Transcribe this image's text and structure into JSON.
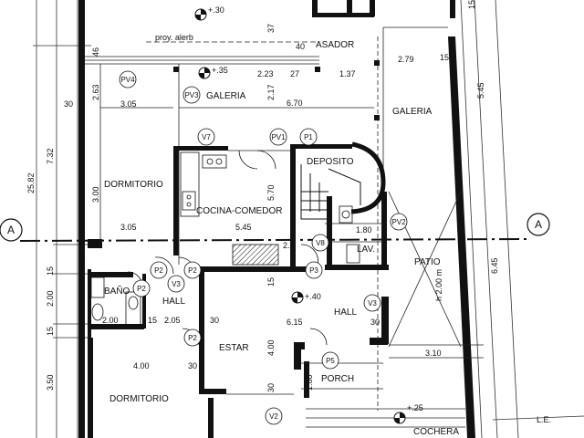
{
  "plan": {
    "rooms": {
      "asador": "ASADOR",
      "galeria_left": "GALERIA",
      "galeria_right": "GALERIA",
      "dormitorio_top": "DORMITORIO",
      "deposito": "DEPOSITO",
      "cocina_comedor": "COCINA-COMEDOR",
      "lav": "LAV.",
      "patio": "PATIO",
      "bano": "BAÑO",
      "hall_left": "HALL",
      "hall_right": "HALL",
      "estar": "ESTAR",
      "porch": "PORCH",
      "dormitorio_bottom": "DORMITORIO",
      "cochera": "COCHERA"
    },
    "notes": {
      "proy_alero": "proy. alerb",
      "le": "L.E.",
      "h200": "h 2.00 m"
    },
    "levels": {
      "top": "+.30",
      "galeria": "+.35",
      "hall": "+.40",
      "cochera": "+.25"
    },
    "axis": {
      "left": "A",
      "right": "A"
    },
    "tags": {
      "pv4": "PV4",
      "pv3": "PV3",
      "v7": "V7",
      "pv1": "PV1",
      "p1": "P1",
      "pv2": "PV2",
      "v8": "V8",
      "p2a": "P2",
      "v3a": "V3",
      "p2b": "P2",
      "p3": "P3",
      "v3b": "V3",
      "p2c": "P2",
      "p5": "P5",
      "v2": "V2",
      "p2d": "P2"
    },
    "dims": {
      "d37": "37",
      "d40": "40",
      "d15a": "15",
      "d46": "46",
      "d223": "2.23",
      "d27": "27",
      "d137": "1.37",
      "d279": "2.79",
      "d15b": "15",
      "d545": "5.45",
      "d263": "2.63",
      "d30a": "30",
      "d305a": "3.05",
      "d217": "2.17",
      "d670": "6.70",
      "d732": "7.32",
      "d2582": "25.82",
      "d300": "3.00",
      "d570": "5.70",
      "d180a": "1.80",
      "d305b": "3.05",
      "d545b": "5.45",
      "d22": "2.2",
      "d15c": "15",
      "d645": "6.45",
      "d15d": "15",
      "d200a": "2.00",
      "d200b": "2.00",
      "d15e": "15",
      "d205": "2.05",
      "d30b": "30",
      "d615": "6.15",
      "d30c": "30",
      "d15f": "15",
      "d400a": "4.00",
      "d310": "3.10",
      "d350": "3.50",
      "d400b": "4.00",
      "d30d": "30",
      "d30e": "30",
      "d180b": "1.80"
    }
  }
}
